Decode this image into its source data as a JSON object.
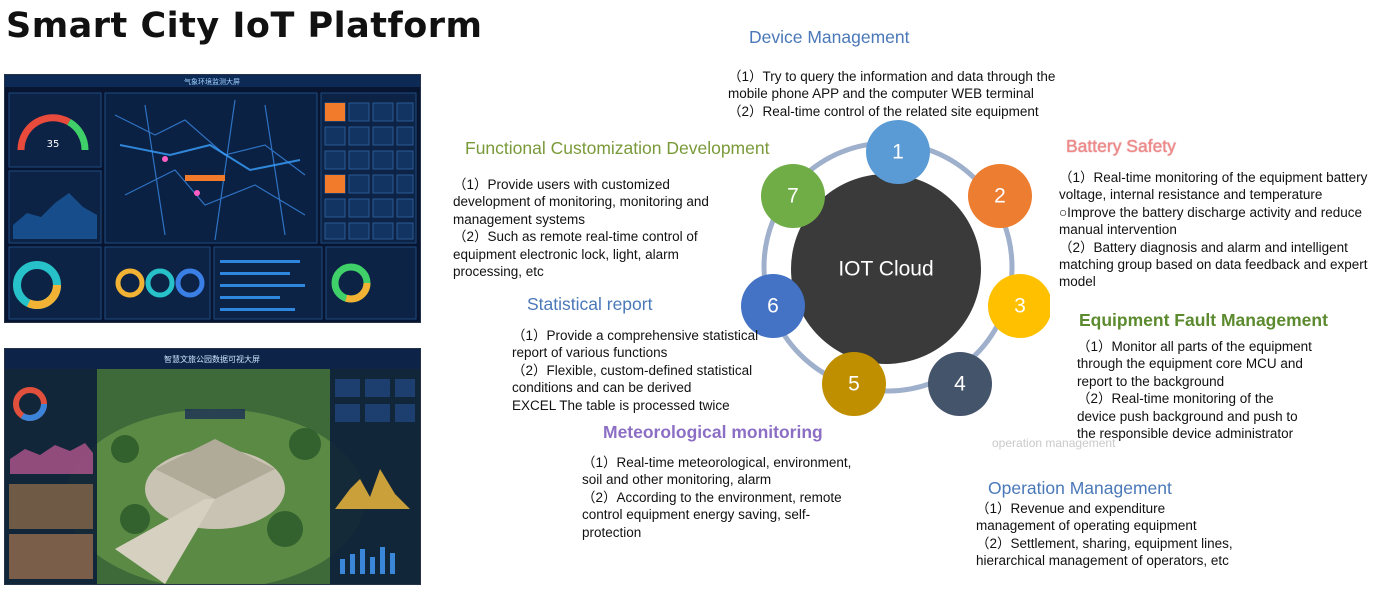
{
  "title": "Smart City IoT Platform",
  "screenshots": {
    "top": {
      "header": "气象环境监测大屏"
    },
    "bottom": {
      "header": "智慧文旅公园数据可视大屏"
    }
  },
  "hub": {
    "label": "IOT Cloud"
  },
  "nodes": [
    {
      "label": "1",
      "color": "#5b9bd5"
    },
    {
      "label": "2",
      "color": "#ed7d31"
    },
    {
      "label": "3",
      "color": "#ffc000"
    },
    {
      "label": "4",
      "color": "#44546a"
    },
    {
      "label": "5",
      "color": "#bf8f00"
    },
    {
      "label": "6",
      "color": "#4472c4"
    },
    {
      "label": "7",
      "color": "#70ad47"
    }
  ],
  "sections": {
    "device": {
      "title": "Device Management",
      "lines": [
        "（1）Try to query the information and data through the",
        "mobile phone APP and the computer WEB terminal",
        "（2）Real-time control of the related site equipment"
      ]
    },
    "battery": {
      "title": "Battery Safety",
      "lines": [
        "（1）Real-time monitoring of the equipment battery",
        "voltage, internal resistance and temperature",
        "○Improve the battery discharge activity and reduce",
        "manual intervention",
        "（2）Battery diagnosis and alarm and intelligent",
        "matching group based on data feedback and expert",
        "model"
      ]
    },
    "fault": {
      "title": "Equipment Fault Management",
      "lines": [
        "（1）Monitor all parts of the equipment",
        "through the equipment core MCU and",
        "report to the background",
        "（2）Real-time monitoring of the",
        "device push background and push to",
        "the responsible device administrator"
      ]
    },
    "operation": {
      "title": "Operation Management",
      "faint": "operation management",
      "lines": [
        "（1）Revenue and expenditure",
        "management of operating equipment",
        "（2）Settlement, sharing, equipment lines,",
        "hierarchical management of operators, etc"
      ]
    },
    "meteo": {
      "title": "Meteorological monitoring",
      "lines": [
        "（1）Real-time meteorological, environment,",
        "soil and other monitoring, alarm",
        "（2）According to the environment, remote",
        "control equipment energy saving, self-",
        "protection"
      ]
    },
    "stats": {
      "title": "Statistical report",
      "lines": [
        "（1）Provide a comprehensive statistical",
        "report of various functions",
        "（2）Flexible, custom-defined statistical",
        "conditions and can be derived",
        "EXCEL The table is processed twice"
      ]
    },
    "custom": {
      "title": "Functional Customization Development",
      "lines": [
        "（1）Provide users with customized",
        "development of monitoring, monitoring and",
        "management systems",
        "（2）Such as remote real-time control of",
        "equipment electronic lock, light, alarm",
        "processing, etc"
      ]
    }
  }
}
